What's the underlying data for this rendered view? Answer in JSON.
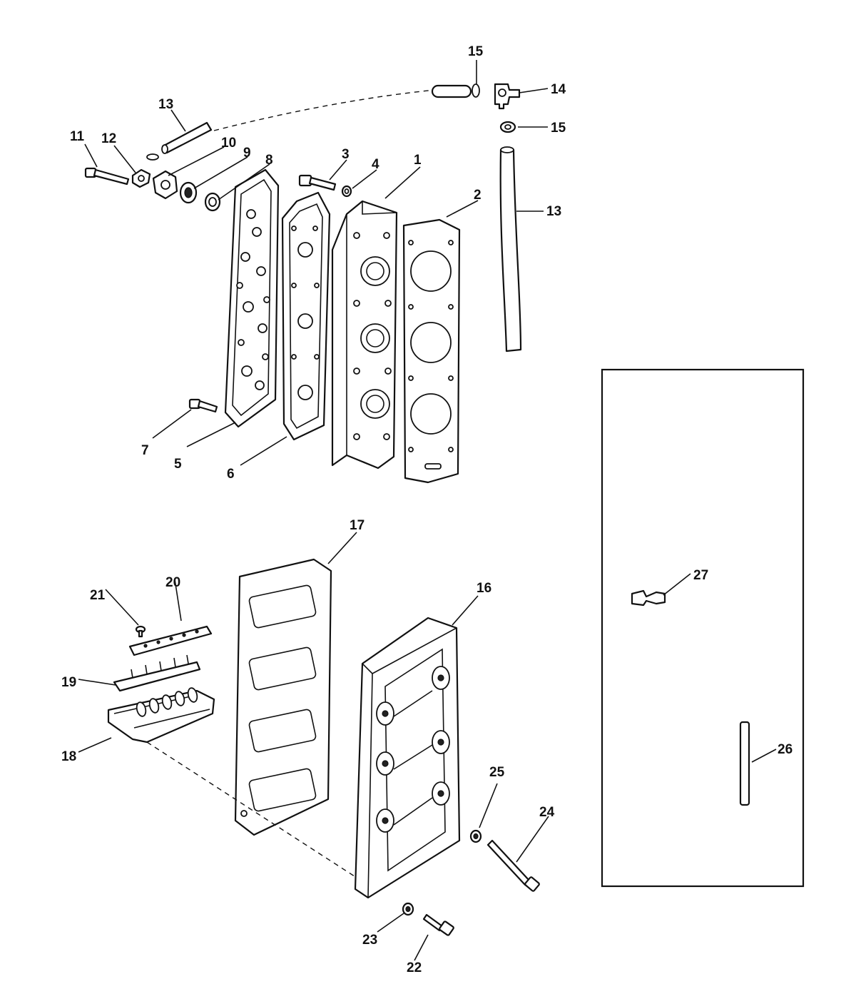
{
  "callouts": [
    {
      "id": "1",
      "text": "1"
    },
    {
      "id": "2",
      "text": "2"
    },
    {
      "id": "3",
      "text": "3"
    },
    {
      "id": "4",
      "text": "4"
    },
    {
      "id": "5",
      "text": "5"
    },
    {
      "id": "6",
      "text": "6"
    },
    {
      "id": "7",
      "text": "7"
    },
    {
      "id": "8",
      "text": "8"
    },
    {
      "id": "9",
      "text": "9"
    },
    {
      "id": "10",
      "text": "10"
    },
    {
      "id": "11",
      "text": "11"
    },
    {
      "id": "12",
      "text": "12"
    },
    {
      "id": "13a",
      "text": "13"
    },
    {
      "id": "13b",
      "text": "13"
    },
    {
      "id": "14",
      "text": "14"
    },
    {
      "id": "15a",
      "text": "15"
    },
    {
      "id": "15b",
      "text": "15"
    },
    {
      "id": "16",
      "text": "16"
    },
    {
      "id": "17",
      "text": "17"
    },
    {
      "id": "18",
      "text": "18"
    },
    {
      "id": "19",
      "text": "19"
    },
    {
      "id": "20",
      "text": "20"
    },
    {
      "id": "21",
      "text": "21"
    },
    {
      "id": "22",
      "text": "22"
    },
    {
      "id": "23",
      "text": "23"
    },
    {
      "id": "24",
      "text": "24"
    },
    {
      "id": "25",
      "text": "25"
    },
    {
      "id": "26",
      "text": "26"
    },
    {
      "id": "27",
      "text": "27"
    }
  ]
}
